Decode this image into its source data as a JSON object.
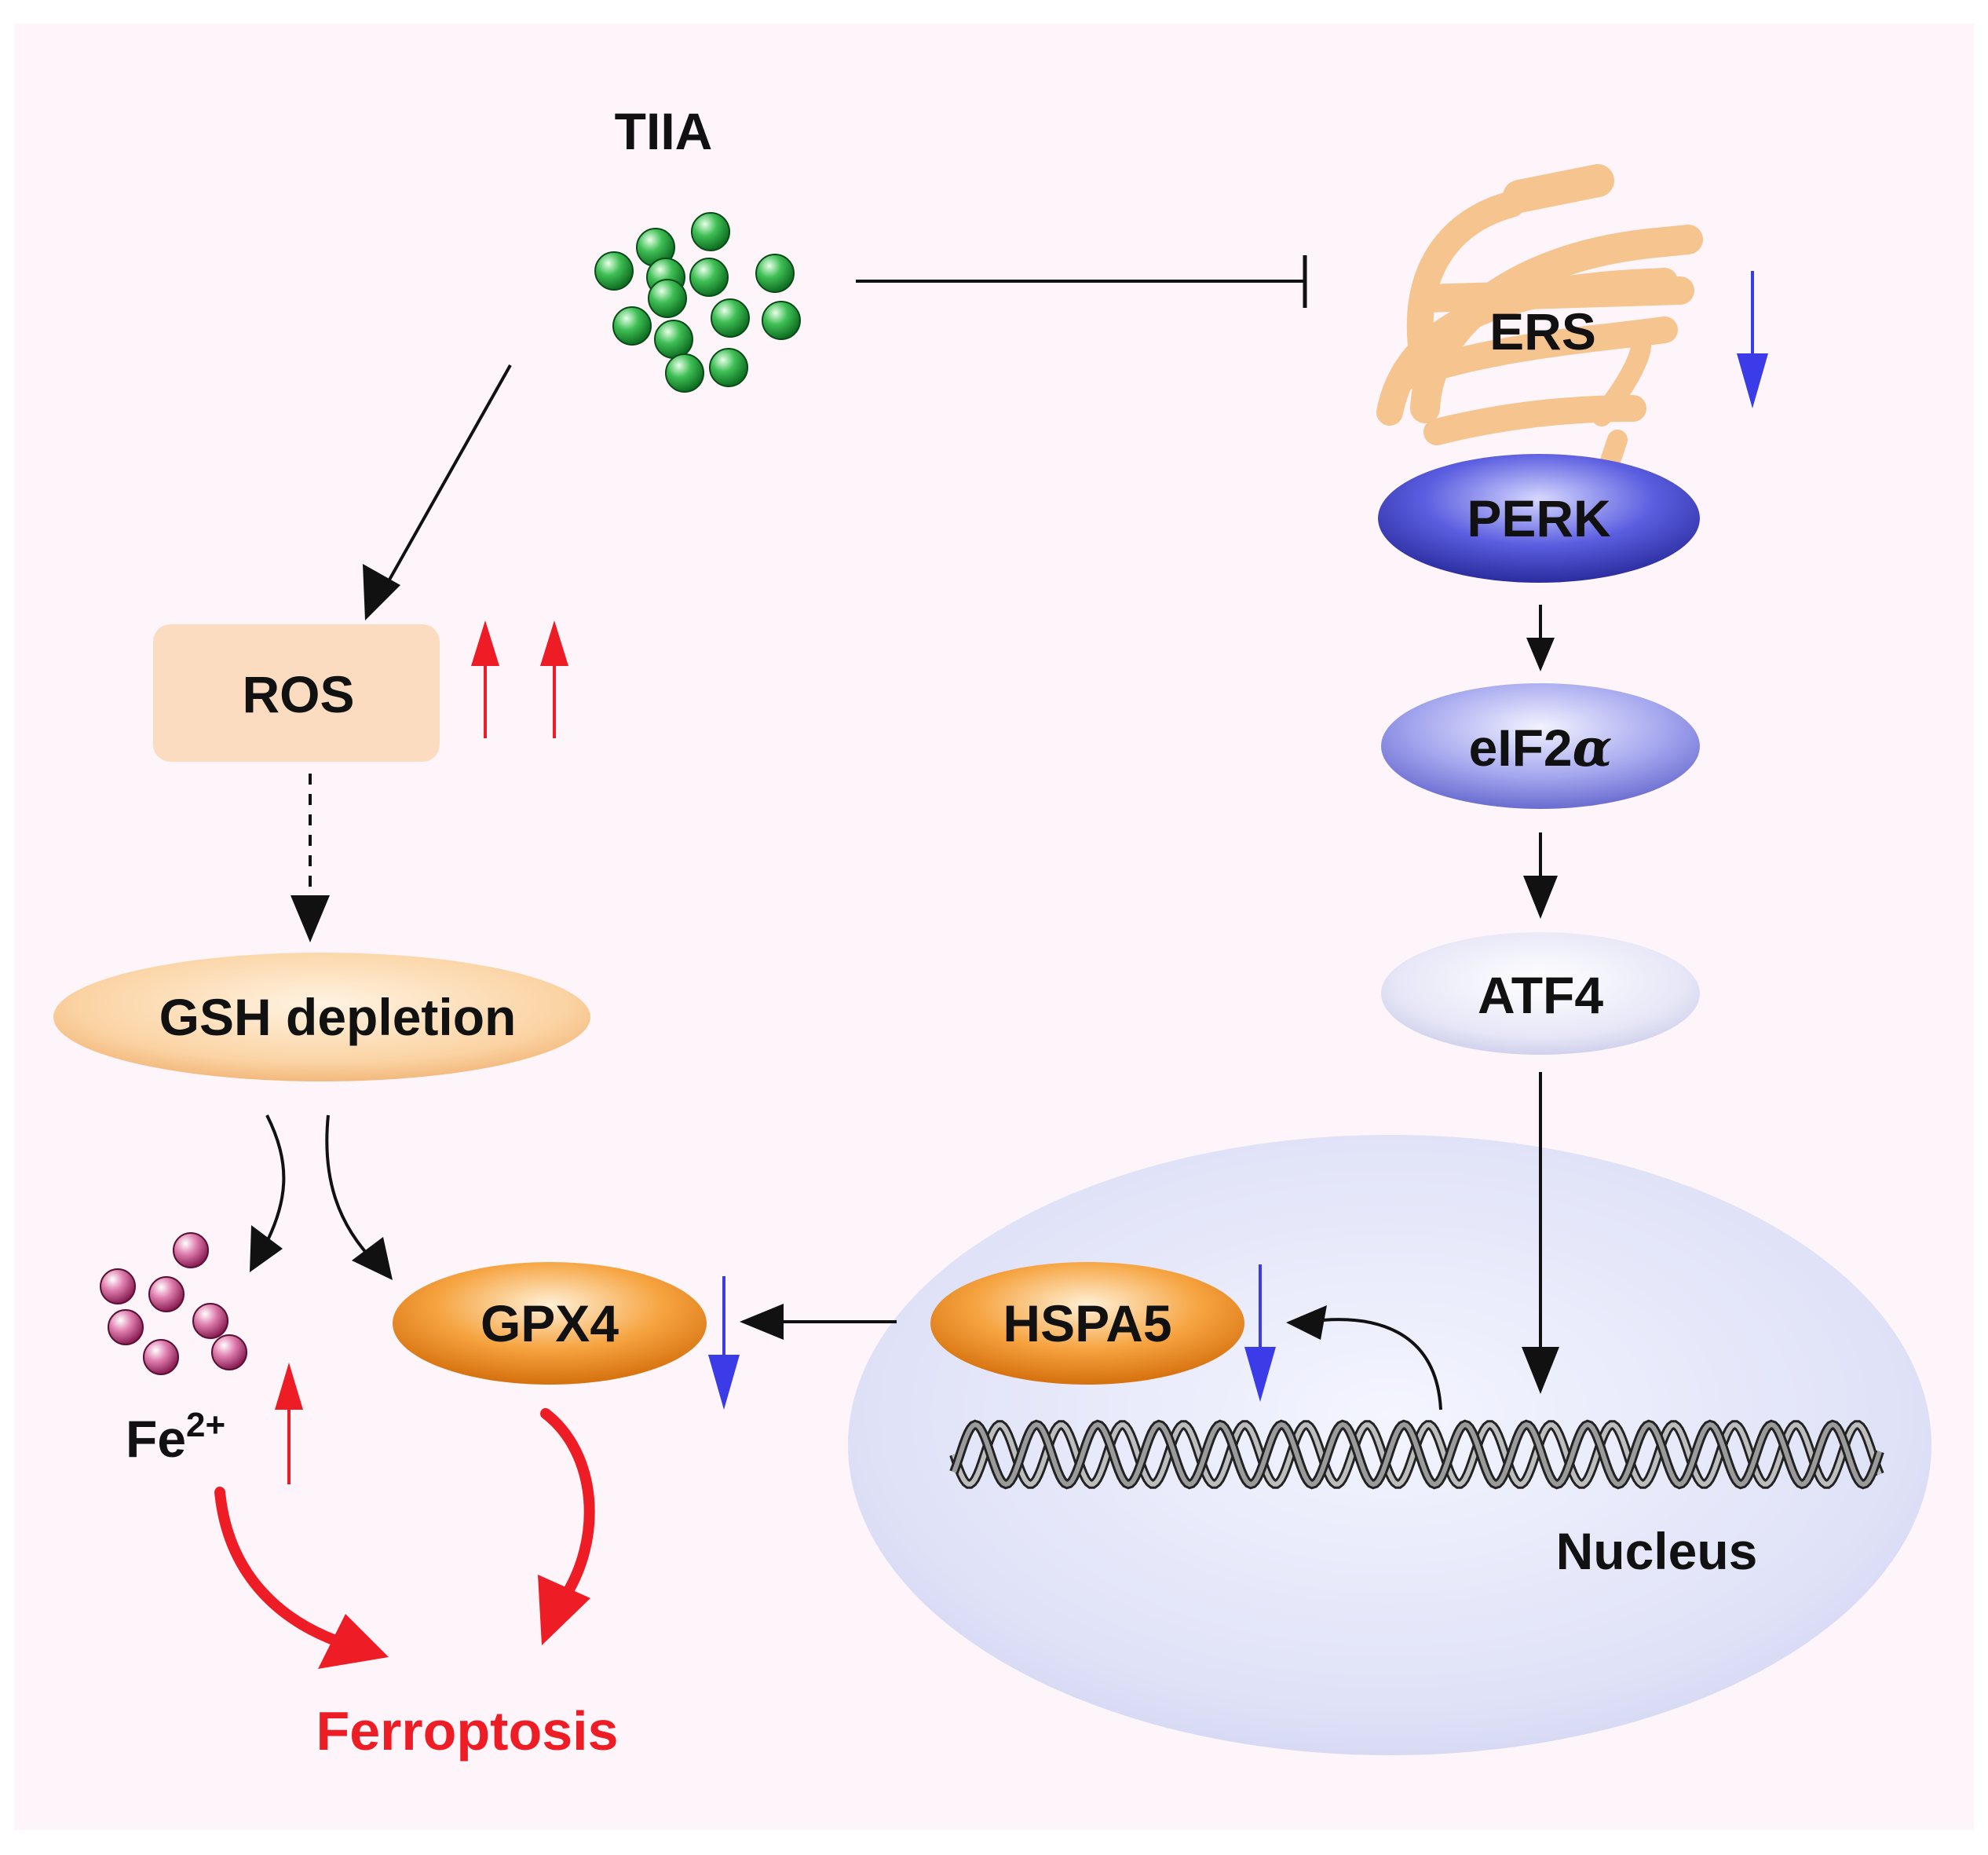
{
  "diagram": {
    "drug_label": "TIIA",
    "er_stress_label": "ERS",
    "perk_label": "PERK",
    "eif2a_prefix": "eIF2",
    "eif2a_greek": "α",
    "atf4_label": "ATF4",
    "ros_label": "ROS",
    "gsh_label": "GSH depletion",
    "iron_base": "Fe",
    "iron_charge": "2+",
    "gpx4_label": "GPX4",
    "hspa5_label": "HSPA5",
    "nucleus_label": "Nucleus",
    "outcome_label": "Ferroptosis"
  },
  "colors": {
    "up_arrow": "#ee1c25",
    "down_arrow": "#3b3be8",
    "outcome": "#ee1c25",
    "tiia_particles": "#1a9a35",
    "iron_particles": "#b0306e",
    "er_membrane": "#f6c48e",
    "perk": "#4c4fd6",
    "eif2a": "#8f92e8",
    "atf4": "#dcdcf4",
    "nucleus": "#dde0f6",
    "orange_node": "#f29a2e",
    "background": "#fdf5fa"
  }
}
